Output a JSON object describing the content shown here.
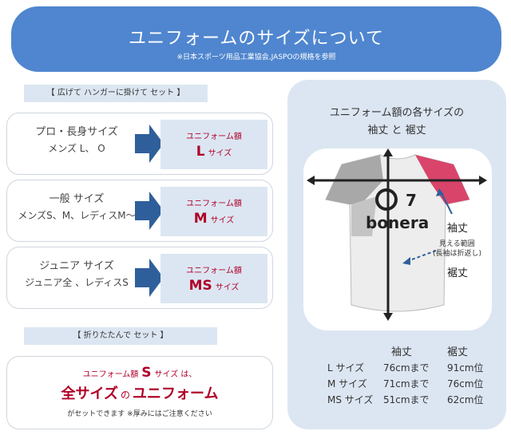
{
  "header": {
    "title": "ユニフォームのサイズについて",
    "note": "※日本スポーツ用品工業協会,JASPOの規格を参照"
  },
  "section_hanger": "【 広げて ハンガーに掛けて セット 】",
  "section_folded": "【 折りたたんで セット 】",
  "rows": [
    {
      "line1": "プロ・長身サイズ",
      "line2": "メンズ L、 O",
      "box_label": "ユニフォーム額",
      "size": "L",
      "size_suffix": "サイズ"
    },
    {
      "line1": "一般 サイズ",
      "line2": "メンズS、M、レディスM〜",
      "box_label": "ユニフォーム額",
      "size": "M",
      "size_suffix": "サイズ"
    },
    {
      "line1": "ジュニア サイズ",
      "line2": "ジュニア全 、レディスS",
      "box_label": "ユニフォーム額",
      "size": "MS",
      "size_suffix": "サイズ"
    }
  ],
  "folded": {
    "prefix": "ユニフォーム額",
    "size": "S",
    "suffix": "サイズ は、",
    "main_a": "全サイズ",
    "main_b": "の",
    "main_c": "ユニフォーム",
    "note": "がセットできます ※厚みにはご注意ください"
  },
  "panel": {
    "title1": "ユニフォーム額の各サイズの",
    "title2": "袖丈 と 裾丈",
    "sleeve_label": "袖丈",
    "visible_label": "見える範囲",
    "visible_sub": "(長袖は折返し)",
    "hem_label": "裾丈",
    "shirt_number": "7",
    "shirt_brand": "bonera",
    "spec_head_sleeve": "袖丈",
    "spec_head_hem": "裾丈",
    "specs": [
      {
        "size": "L サイズ",
        "sleeve": "76cmまで",
        "hem": "91cm位"
      },
      {
        "size": "M サイズ",
        "sleeve": "71cmまで",
        "hem": "76cm位"
      },
      {
        "size": "MS サイズ",
        "sleeve": "51cmまで",
        "hem": "62cm位"
      }
    ]
  },
  "colors": {
    "header_blue": "#4f86cf",
    "light_blue": "#dce6f2",
    "arrow_blue": "#2f5f9a",
    "accent_red": "#b00028",
    "shirt_pink": "#d9456a",
    "shirt_gray": "#a8a8a8"
  }
}
